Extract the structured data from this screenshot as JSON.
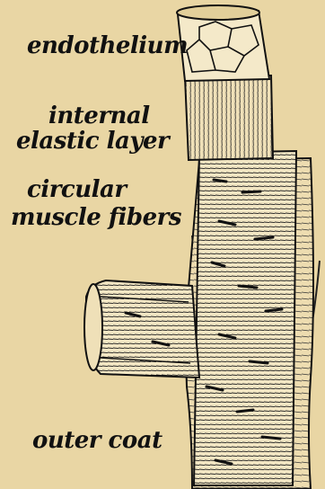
{
  "figure": {
    "background": "#e9d6a4",
    "ink": "#111111",
    "labels": {
      "endothelium": "endothelium",
      "internal_1": "internal",
      "internal_2": "elastic layer",
      "circular_1": "circular",
      "circular_2": "muscle fibers",
      "outer": "outer coat"
    }
  }
}
